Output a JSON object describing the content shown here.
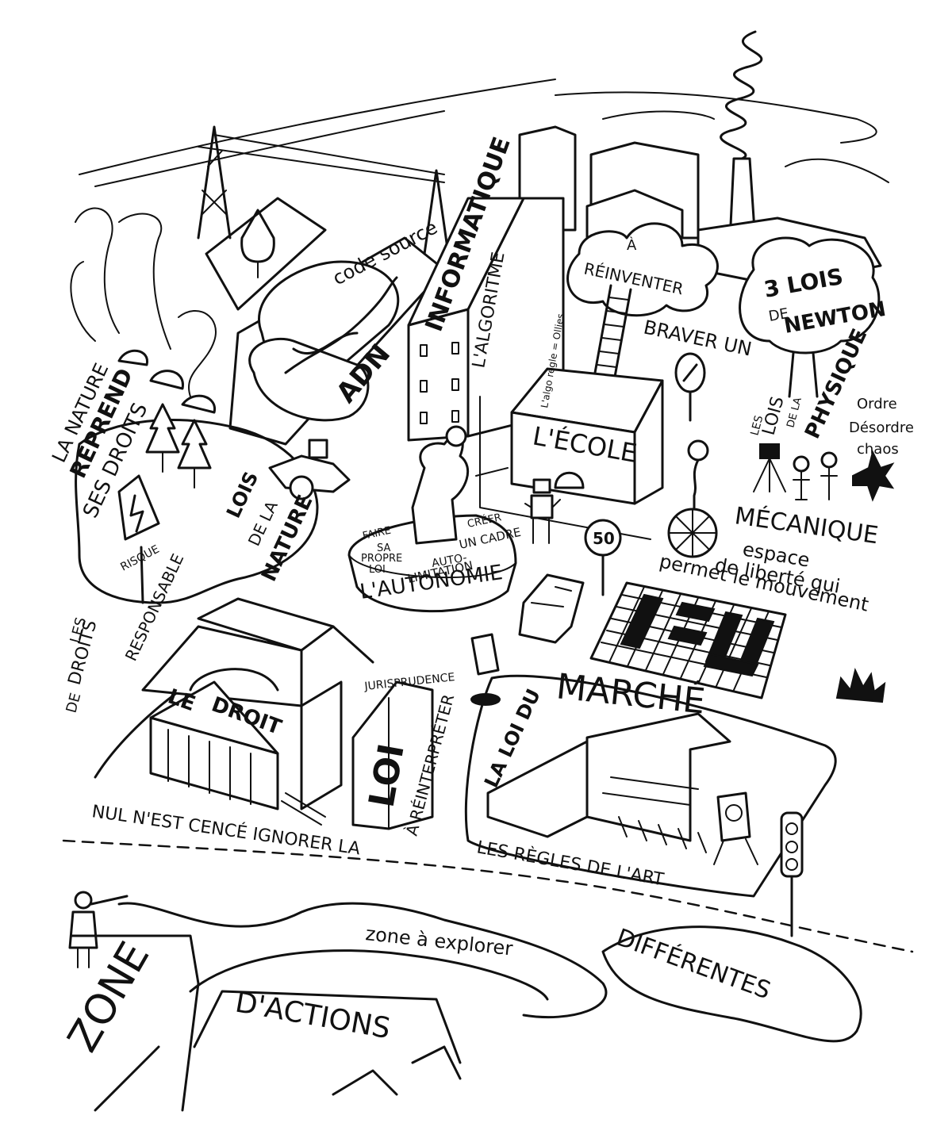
{
  "labels": {
    "code_source": "code source",
    "informatique": "INFORMATIQUE",
    "algorithme": "L'ALGORITME",
    "algo_note": "L'algo régle = Ollies",
    "adn": "ADN",
    "a_reinventer_a": "À",
    "a_reinventer": "RÉINVENTER",
    "newton": "3 LOIS DE NEWTON",
    "newton_1": "3 LOIS",
    "newton_2": "DE",
    "newton_3": "NEWTON",
    "braver": "BRAVER UN",
    "ecole": "L'ÉCOLE",
    "lois_physique": "LES LOIS DE LA PHYSIQUE",
    "lp_les": "LES",
    "lp_lois": "LOIS",
    "lp_de": "DE LA",
    "lp_physique": "PHYSIQUE",
    "ordre": "Ordre",
    "desordre": "Désordre",
    "chaos": "chaos",
    "mecanique": "MÉCANIQUE",
    "espace_1": "espace",
    "espace_2": "de liberté qui",
    "espace_3": "permet le mouvement",
    "nature_1": "LA NATURE",
    "nature_2": "REPREND",
    "nature_3": "SES DROITS",
    "lois_nature_1": "LOIS",
    "lois_nature_2": "DE LA",
    "lois_nature_3": "NATURE",
    "risque": "RISQUE",
    "faire_1": "FAIRE",
    "faire_2": "SA",
    "faire_3": "PROPRE",
    "faire_4": "LOI",
    "creer_1": "CRÉER",
    "creer_2": "UN CADRE",
    "auto_1": "AUTO-",
    "auto_2": "LIMITATION",
    "autonomie": "L'AUTONOMIE",
    "speed": "50",
    "responsable": "RESPONSABLE",
    "droits_1": "LES",
    "droits_2": "DROITS",
    "droits_3": "DE",
    "jurisprudence": "JURISPRUDENCE",
    "le_droit_1": "LE",
    "le_droit_2": "DROIT",
    "loi": "LOI",
    "a_reinterpreter": "À RÉINTERPRÉTER",
    "marche": "MARCHÉ",
    "la_loi_du": "LA LOI DU",
    "nul": "NUL N'EST CENCÉ IGNORER LA",
    "regles_art": "LES RÈGLES DE L'ART",
    "zone_explorer": "zone à explorer",
    "differentes": "DIFFÉRENTES",
    "zone": "ZONE",
    "actions": "D'ACTIONS"
  },
  "icons": [
    "tree-icon",
    "pylon-icon",
    "factory-chimney-icon",
    "ladder-icon",
    "robot-icon",
    "thinker-statue-icon",
    "car-icon",
    "traffic-light-icon",
    "telescope-person-icon",
    "painting-easel-icon",
    "crossword-grid-icon",
    "dna-helix-icon",
    "unicycle-person-icon",
    "speed-sign-icon",
    "warning-sign-icon"
  ]
}
